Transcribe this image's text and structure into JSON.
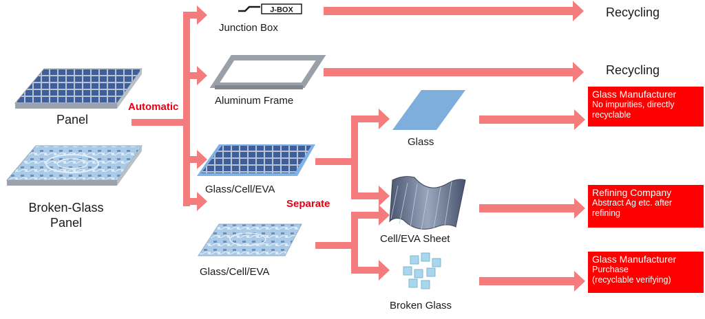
{
  "inputs": {
    "panel": "Panel",
    "broken_panel_line1": "Broken-Glass",
    "broken_panel_line2": "Panel"
  },
  "process": {
    "automatic": "Automatic",
    "separate": "Separate"
  },
  "components": {
    "jbox_label": "J-BOX",
    "junction_box": "Junction Box",
    "aluminum_frame": "Aluminum Frame",
    "glass_cell_eva_1": "Glass/Cell/EVA",
    "glass_cell_eva_2": "Glass/Cell/EVA",
    "glass": "Glass",
    "cell_eva_sheet": "Cell/EVA Sheet",
    "broken_glass": "Broken Glass"
  },
  "outputs": {
    "recycling_1": "Recycling",
    "recycling_2": "Recycling",
    "glass_manufacturer_1": {
      "title": "Glass Manufacturer",
      "line1": "No impurities, directly",
      "line2": "recyclable"
    },
    "refining_company": {
      "title": "Refining Company",
      "line1": "Abstract Ag etc. after",
      "line2": "refining"
    },
    "glass_manufacturer_2": {
      "title": "Glass Manufacturer",
      "line1": "Purchase",
      "line2": "(recyclable verifying)"
    }
  },
  "colors": {
    "arrow": "#f47c7c",
    "destination_box": "#ff0000",
    "label_red": "#e60012",
    "cell_blue": "#3e6fb6",
    "glass_blue": "#7eaedc"
  }
}
